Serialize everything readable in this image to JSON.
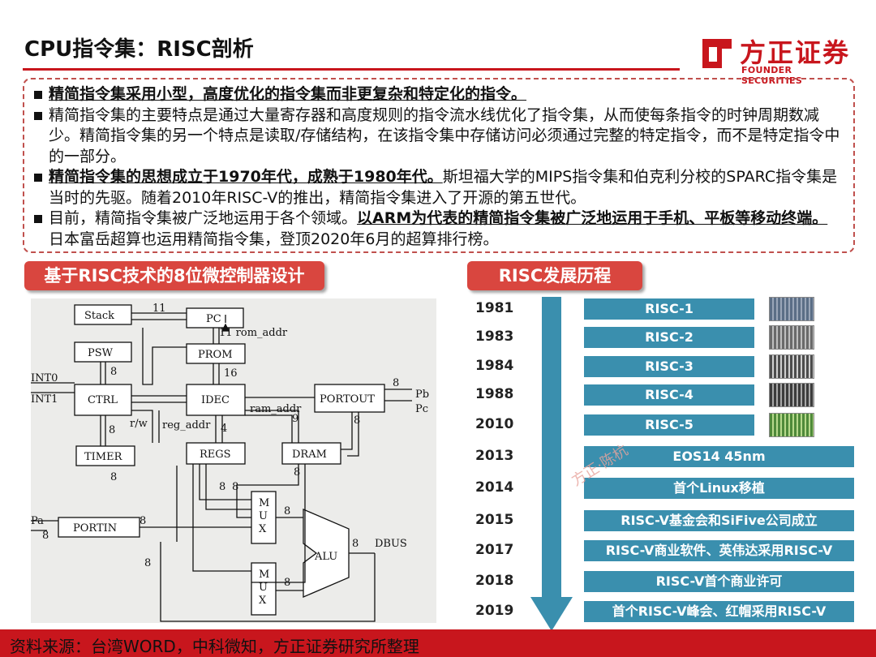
{
  "header": {
    "title": "CPU指令集：RISC剖析",
    "logo_cn": "方正证券",
    "logo_en": "FOUNDER SECURITIES",
    "brand_color": "#c8161d"
  },
  "bullets": [
    {
      "parts": [
        {
          "text": "精简指令集采用小型，高度优化的指令集而非更复杂和特定化的指令。",
          "style": "bold-underline"
        }
      ]
    },
    {
      "parts": [
        {
          "text": "精简指令集的主要特点是通过大量寄存器和高度规则的指令流水线优化了指令集，从而使每条指令的时钟周期数减少。精简指令集的另一个特点是读取/存储结构，在该指令集中存储访问必须通过完整的特定指令，而不是特定指令中的一部分。",
          "style": "normal"
        }
      ]
    },
    {
      "parts": [
        {
          "text": "精简指令集的思想成立于1970年代，成熟于1980年代。",
          "style": "bold-underline"
        },
        {
          "text": "斯坦福大学的MIPS指令集和伯克利分校的SPARC指令集是当时的先驱。随着2010年RISC-V的推出，精简指令集进入了开源的第五世代。",
          "style": "normal"
        }
      ]
    },
    {
      "parts": [
        {
          "text": "目前，精简指令集被广泛地运用于各个领域。",
          "style": "normal"
        },
        {
          "text": "以ARM为代表的精简指令集被广泛地运用于手机、平板等移动终端。",
          "style": "bold-underline"
        },
        {
          "text": "日本富岳超算也运用精简指令集，登顶2020年6月的超算排行榜。",
          "style": "normal"
        }
      ]
    }
  ],
  "left_section": {
    "label": "基于RISC技术的8位微控制器设计"
  },
  "right_section": {
    "label": "RISC发展历程"
  },
  "diagram": {
    "blocks": {
      "stack": "Stack",
      "pc": "PC",
      "psw": "PSW",
      "prom": "PROM",
      "ctrl": "CTRL",
      "idec": "IDEC",
      "portout": "PORTOUT",
      "timer": "TIMER",
      "regs": "REGS",
      "dram": "DRAM",
      "portin": "PORTIN",
      "mux1": "M\nU\nX",
      "mux2": "M\nU\nX",
      "alu": "ALU"
    },
    "labels": {
      "bus11": "11",
      "rom_addr": "11 rom_addr",
      "w8": "8",
      "w16": "16",
      "int0": "INT0",
      "int1": "INT1",
      "pb": "Pb",
      "pc_out": "Pc",
      "rw": "r/w",
      "reg_addr": "reg_addr",
      "ram_addr": "ram_addr",
      "w4": "4",
      "w9": "9",
      "pa": "Pa",
      "dbus": "DBUS"
    }
  },
  "timeline": [
    {
      "year": "1981",
      "label": "RISC-1",
      "thumb": "chip-die-1"
    },
    {
      "year": "1983",
      "label": "RISC-2",
      "thumb": "chip-die-2"
    },
    {
      "year": "1984",
      "label": "RISC-3",
      "thumb": "chip-die-3"
    },
    {
      "year": "1988",
      "label": "RISC-4",
      "thumb": "chip-die-4"
    },
    {
      "year": "2010",
      "label": "RISC-5",
      "thumb": "chip-die-5"
    },
    {
      "year": "2013",
      "label": "EOS14 45nm"
    },
    {
      "year": "2014",
      "label": "首个Linux移植"
    },
    {
      "year": "2015",
      "label": "RISC-V基金会和SiFive公司成立"
    },
    {
      "year": "2017",
      "label": "RISC-V商业软件、英伟达采用RISC-V"
    },
    {
      "year": "2018",
      "label": "RISC-V首个商业许可"
    },
    {
      "year": "2019",
      "label": "首个RISC-V峰会、红帽采用RISC-V"
    }
  ],
  "timeline_color": "#3a8fae",
  "watermark": "方正·陈杭",
  "footer": {
    "source": "资料来源：台湾WORD，中科微知，方正证券研究所整理"
  }
}
